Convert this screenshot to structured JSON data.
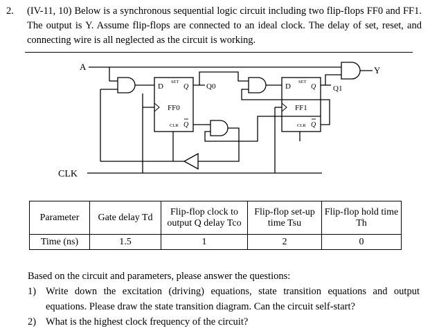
{
  "question": {
    "number": "2.",
    "text": "(IV-11, 10) Below is a synchronous sequential logic circuit including two flip-flops FF0 and FF1. The output is Y. Assume flip-flops are connected to an ideal clock. The delay of set, reset, and connecting wire is all neglected as the circuit is working."
  },
  "circuit": {
    "input_a": "A",
    "clock": "CLK",
    "output_y": "Y",
    "ff0": {
      "name": "FF0",
      "d": "D",
      "set": "SET",
      "clr": "CLR",
      "q": "Q",
      "qbar": "Q",
      "q_net": "Q0"
    },
    "ff1": {
      "name": "FF1",
      "d": "D",
      "set": "SET",
      "clr": "CLR",
      "q": "Q",
      "qbar": "Q",
      "q_net": "Q1"
    }
  },
  "table": {
    "headers": [
      "Parameter",
      "Gate delay Td",
      "Flip-flop clock to output Q delay Tco",
      "Flip-flop set-up time Tsu",
      "Flip-flop hold time Th"
    ],
    "row_label": "Time (ns)",
    "values": [
      "1.5",
      "1",
      "2",
      "0"
    ]
  },
  "questions": {
    "intro": "Based on the circuit and parameters, please answer the questions:",
    "items": [
      {
        "n": "1)",
        "text": "Write down the excitation (driving) equations, state transition equations and output equations. Please draw the state transition diagram. Can the circuit self-start?"
      },
      {
        "n": "2)",
        "text": "What is the highest clock frequency of the circuit?"
      }
    ]
  }
}
